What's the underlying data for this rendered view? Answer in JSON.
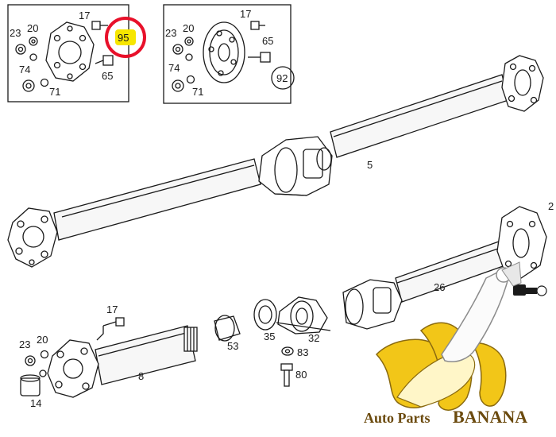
{
  "callouts": {
    "inset_a": {
      "p17": "17",
      "p23": "23",
      "p20": "20",
      "p74": "74",
      "p71": "71",
      "p65": "65",
      "p95": "95"
    },
    "inset_b": {
      "p17": "17",
      "p23": "23",
      "p20": "20",
      "p74": "74",
      "p71": "71",
      "p65": "65",
      "p92": "92"
    },
    "main": {
      "p5": "5",
      "p26": "26",
      "p17": "17",
      "p23": "23",
      "p20": "20",
      "p14": "14",
      "p8": "8",
      "p53": "53",
      "p35": "35",
      "p32": "32",
      "p83": "83",
      "p80": "80",
      "p2x": "2"
    }
  },
  "highlight": {
    "color": "#e8102a",
    "fill": "#f7e600"
  },
  "watermark": {
    "text_a": "Auto Parts",
    "text_b": "BANANA",
    "text_color": "#6b4a0e",
    "banana_color": "#f2c618"
  },
  "colors": {
    "line": "#1a1a1a",
    "paper": "#ffffff",
    "shaft": "#f7f7f7"
  }
}
